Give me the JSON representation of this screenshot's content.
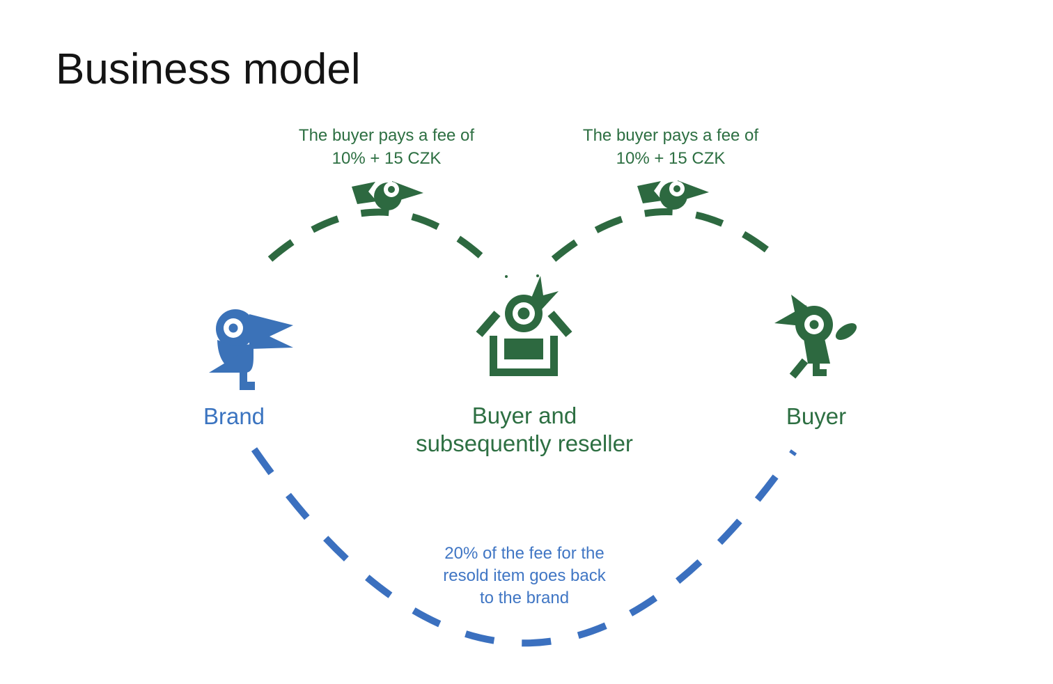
{
  "title": "Business model",
  "colors": {
    "green_shape": "#2d6940",
    "green_text": "#2d6f42",
    "blue_shape": "#3b72b8",
    "blue_arc": "#3b70bf",
    "blue_text": "#4076c4",
    "title_color": "#141414",
    "background": "#ffffff"
  },
  "nodes": {
    "brand": {
      "label": "Brand",
      "icon": "brand-bird-icon",
      "color": "blue"
    },
    "reseller": {
      "label_line1": "Buyer and",
      "label_line2": "subsequently reseller",
      "icon": "bird-in-box-icon",
      "color": "green"
    },
    "buyer": {
      "label": "Buyer",
      "icon": "buyer-bird-icon",
      "color": "green"
    }
  },
  "edges": {
    "brand_to_reseller": {
      "line1": "The buyer pays a fee of",
      "line2": "10% + 15 CZK",
      "style": "dashed-green-arc",
      "icon": "flying-bird-icon"
    },
    "reseller_to_buyer": {
      "line1": "The buyer pays a fee of",
      "line2": "10% + 15 CZK",
      "style": "dashed-green-arc",
      "icon": "flying-bird-icon"
    },
    "buyer_to_brand": {
      "line1": "20% of the fee for the",
      "line2": "resold item goes back",
      "line3": "to the brand",
      "style": "dashed-blue-arc"
    }
  }
}
